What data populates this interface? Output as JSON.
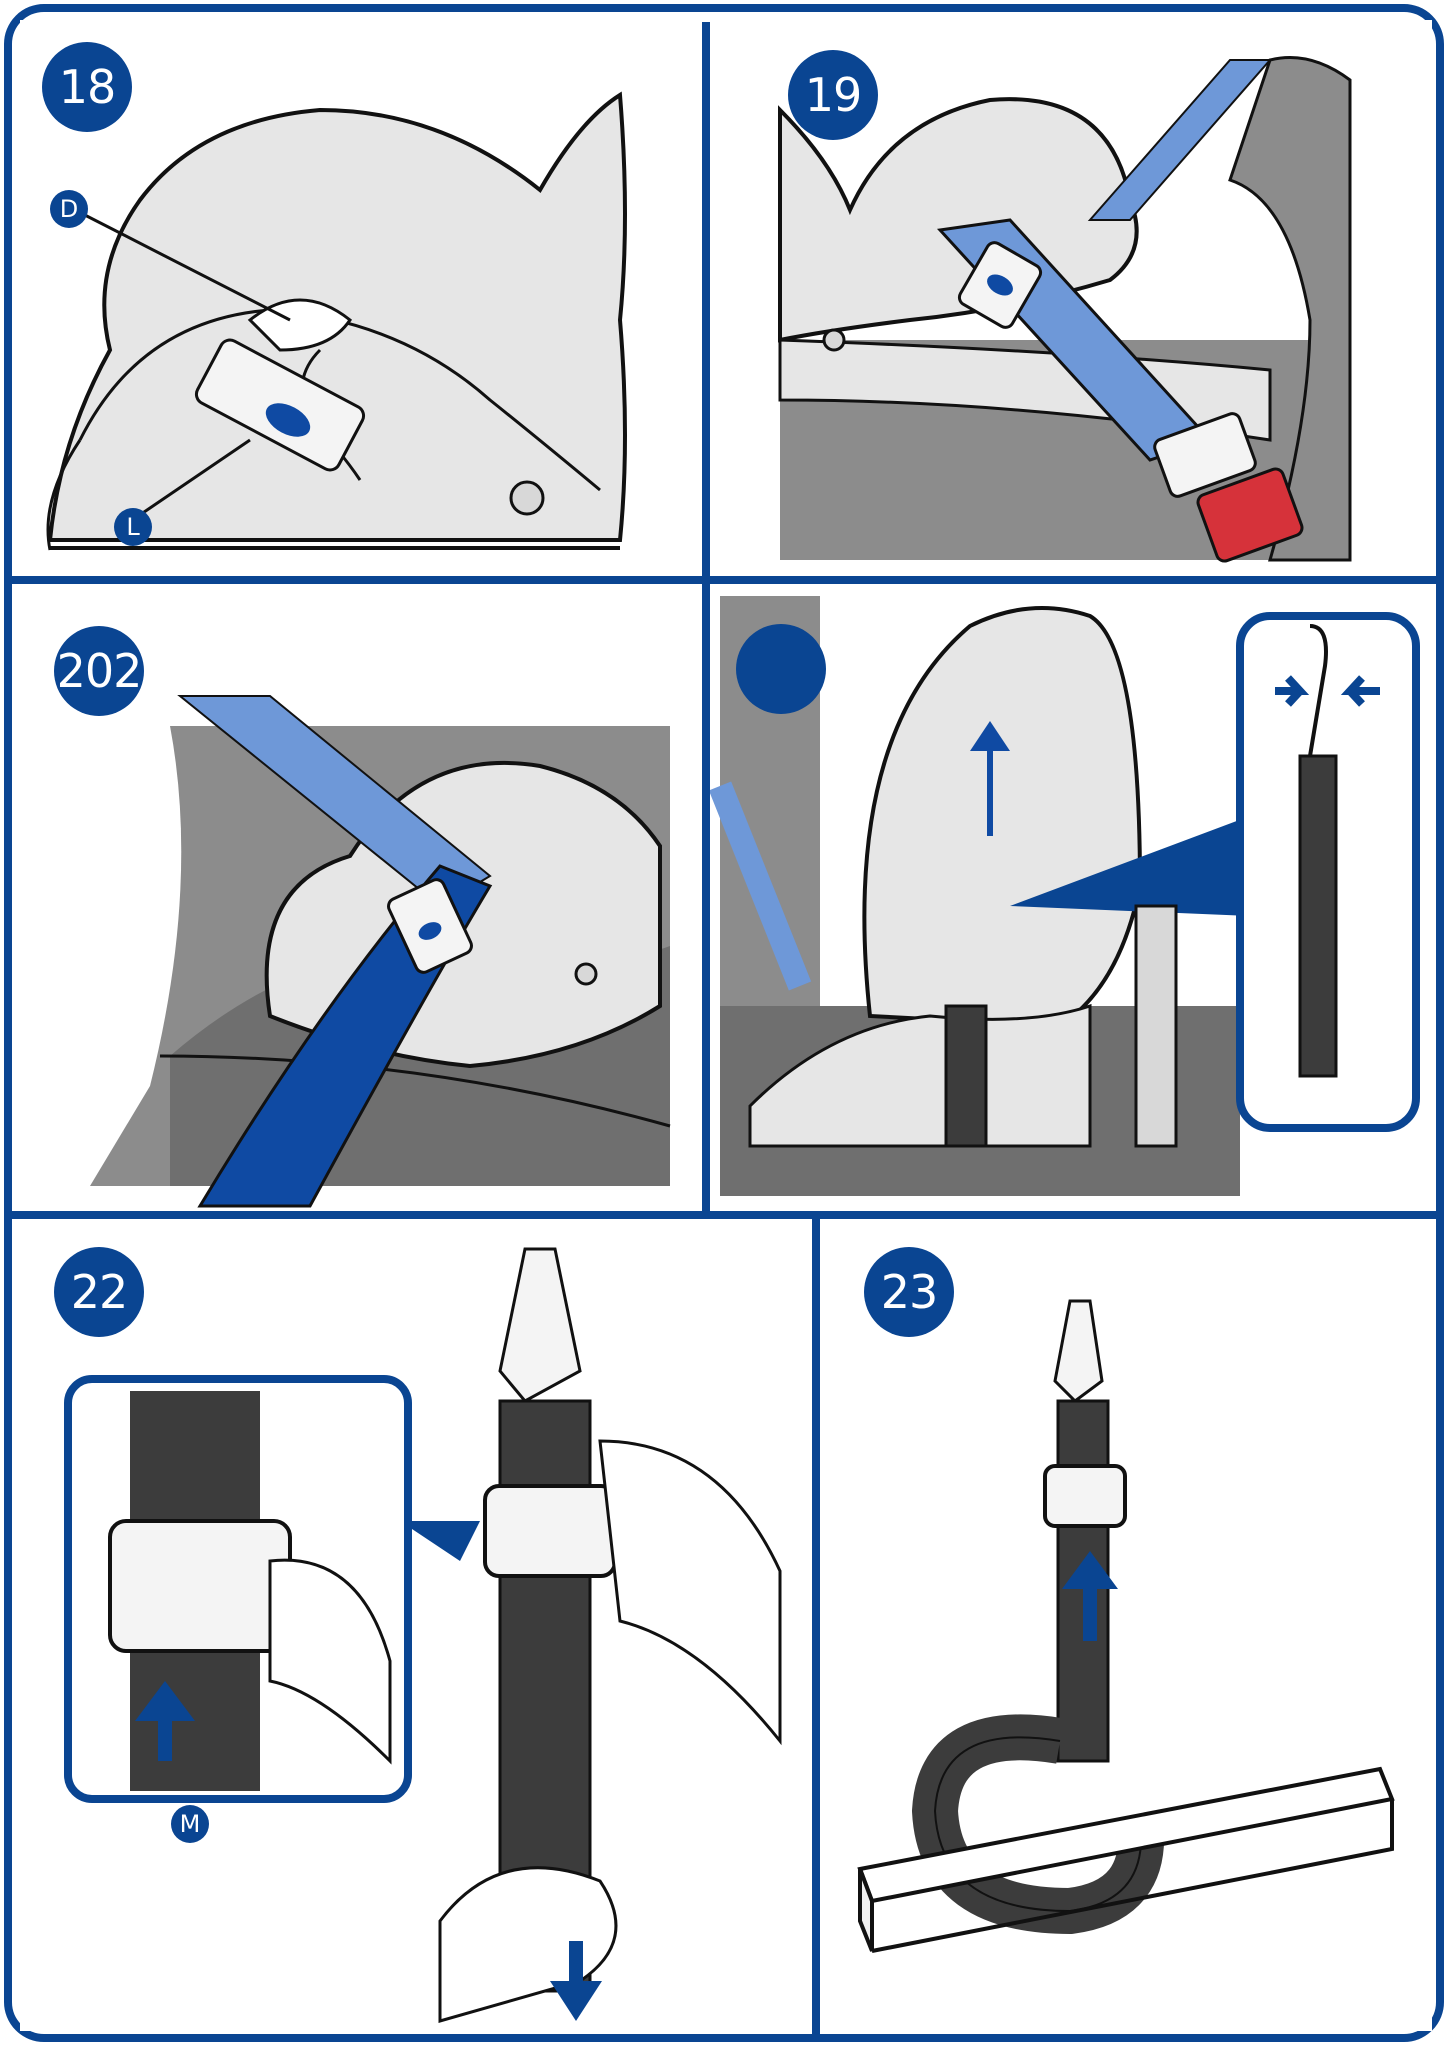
{
  "colors": {
    "frame": "#0a4592",
    "belt_light": "#6e98d8",
    "belt_dark": "#0f4aa3",
    "strap": "#3c3c3c",
    "seat": "#e6e6e6",
    "vehicle": "#8c8c8c",
    "buckle_red": "#d6323a"
  },
  "steps": [
    {
      "number": "18",
      "labels": [
        "D",
        "L"
      ]
    },
    {
      "number": "19",
      "labels": []
    },
    {
      "number": "202",
      "labels": []
    },
    {
      "number": "",
      "labels": []
    },
    {
      "number": "22",
      "labels": [
        "M"
      ]
    },
    {
      "number": "23",
      "labels": []
    }
  ]
}
